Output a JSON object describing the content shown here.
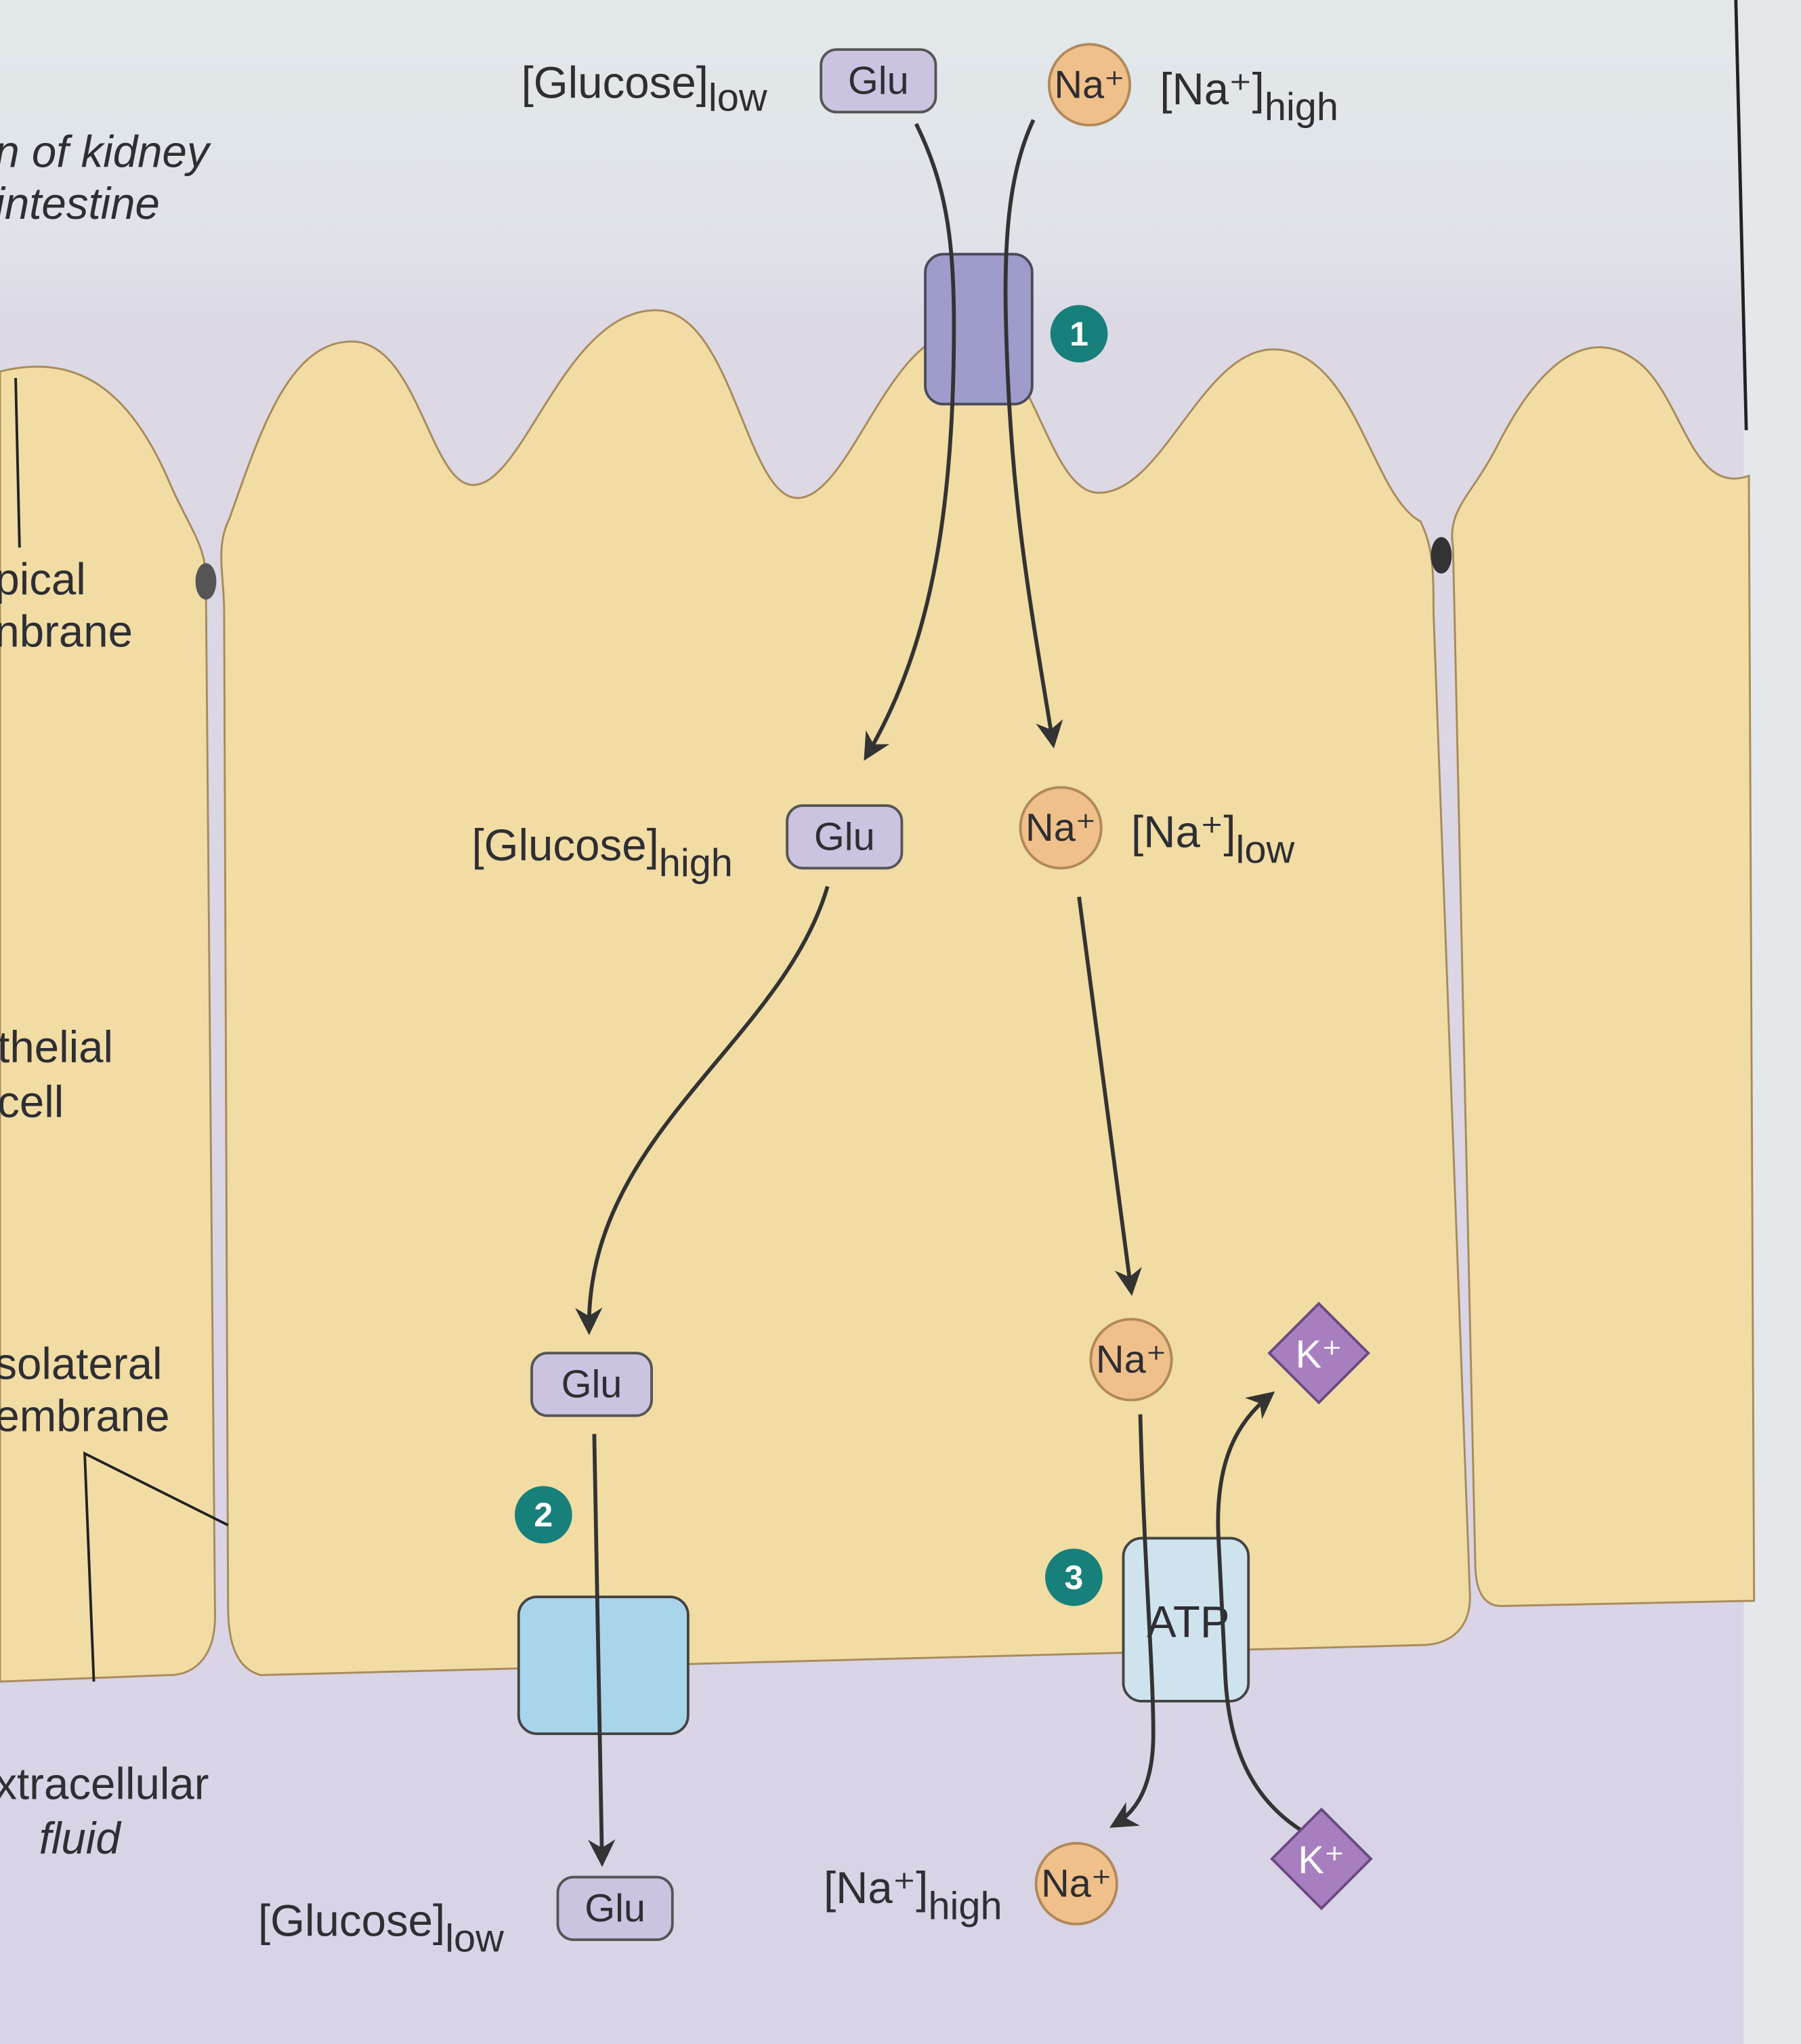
{
  "side_labels": {
    "kidney_line1": "n of kidney",
    "kidney_line2": "intestine",
    "apical_line1": "pical",
    "apical_line2": "nbrane",
    "epithelial_line1": "thelial",
    "epithelial_line2": "cell",
    "basolateral_line1": "solateral",
    "basolateral_line2": "embrane",
    "ecf_line1": "xtracellular",
    "ecf_line2": "fluid"
  },
  "top": {
    "glucose_bracket": "[Glucose]",
    "glucose_sub": "low",
    "glu": "Glu",
    "na": "Na⁺",
    "na_bracket": "[Na⁺]",
    "na_sub": "high"
  },
  "middle": {
    "glucose_bracket": "[Glucose]",
    "glucose_sub": "high",
    "glu": "Glu",
    "na": "Na⁺",
    "na_bracket": "[Na⁺]",
    "na_sub": "low"
  },
  "lower": {
    "glu": "Glu",
    "na": "Na⁺",
    "k": "K⁺"
  },
  "bottom": {
    "glucose_bracket": "[Glucose]",
    "glucose_sub": "low",
    "glu": "Glu",
    "na_bracket": "[Na⁺]",
    "na_sub": "high",
    "na": "Na⁺",
    "k": "K⁺"
  },
  "transporters": {
    "badge1": "1",
    "badge2": "2",
    "badge3": "3",
    "pump_label": "ATP"
  },
  "colors": {
    "cell": "#f1dca4",
    "extracellular": "#dcd7e7",
    "badge": "#17807a",
    "glu_pill": "#cbc3df",
    "na_circle": "#f0c08a",
    "k_diamond": "#a77fbf",
    "sglt": "#9e9ccb",
    "glut": "#a9d5ea",
    "pump": "#cfe3ee"
  }
}
